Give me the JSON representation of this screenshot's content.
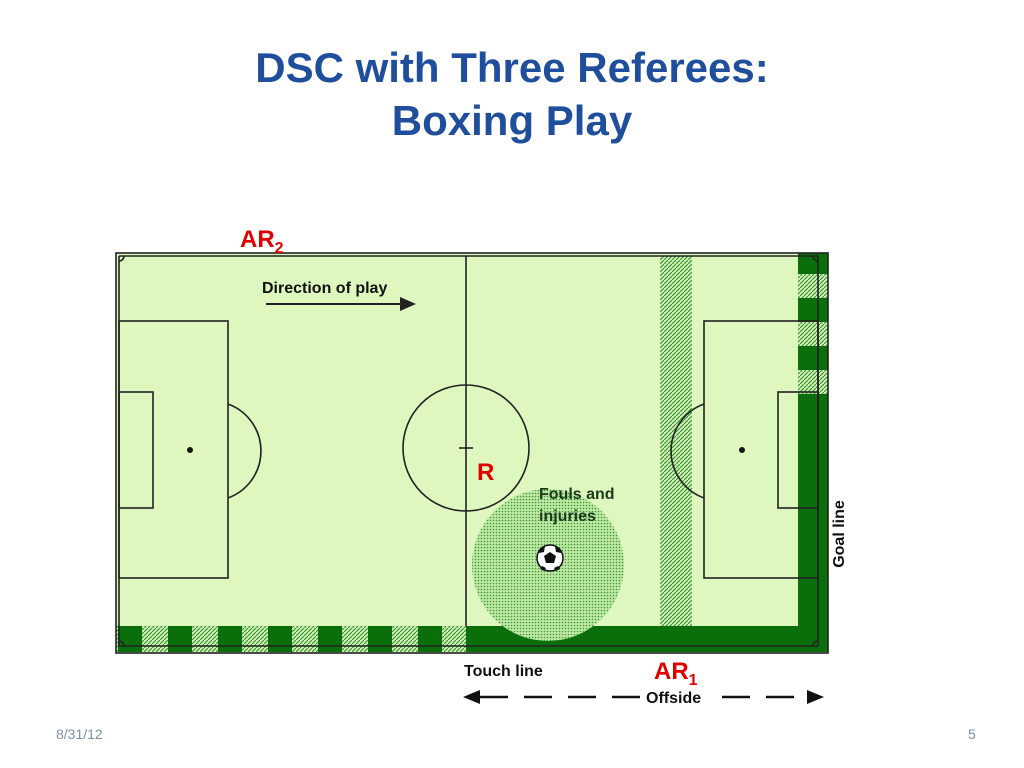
{
  "slide": {
    "title_line1": "DSC with Three Referees:",
    "title_line2": "Boxing Play",
    "date": "8/31/12",
    "page_number": "5"
  },
  "diagram": {
    "ar2_label": "AR",
    "ar2_sub": "2",
    "ar1_label": "AR",
    "ar1_sub": "1",
    "referee_label": "R",
    "direction_label": "Direction of play",
    "fouls_label_line1": "Fouls and",
    "fouls_label_line2": "injuries",
    "goal_line_label": "Goal line",
    "touch_line_label": "Touch line",
    "offside_label": "Offside",
    "ball_icon": "soccer-ball-icon"
  },
  "colors": {
    "title": "#1f4e9c",
    "referee_red": "#e00000",
    "field": "#ddf7bf",
    "dark_green": "#0a6f0a",
    "zone": "#8fd27c"
  }
}
